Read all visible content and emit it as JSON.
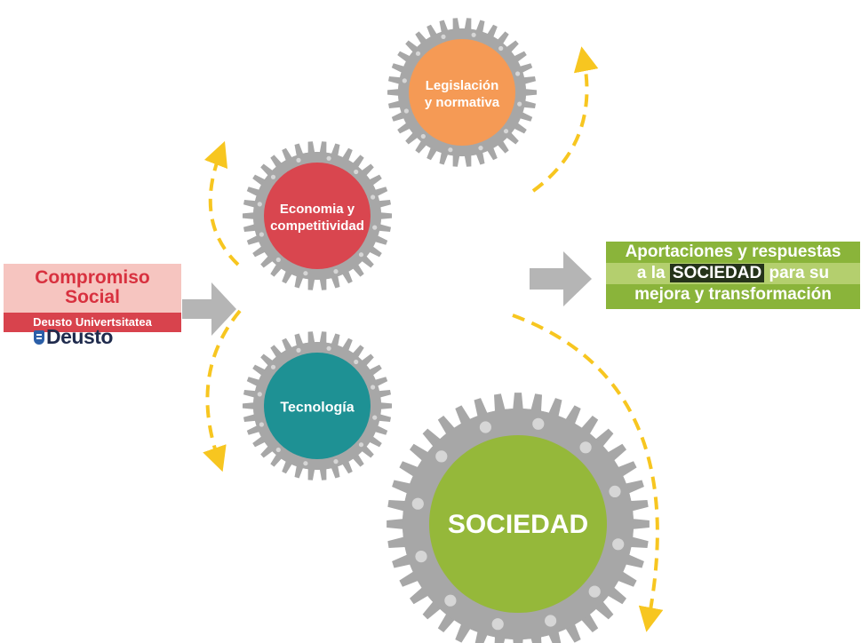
{
  "left": {
    "title_line1": "Compromiso",
    "title_line2": "Social",
    "subtitle": "Deusto Univertsitatea",
    "logo_text": "Deusto",
    "logo_icon": "shield-icon"
  },
  "gears": [
    {
      "id": "legislacion",
      "lines": [
        "Legislación",
        "y normativa"
      ],
      "color": "#f59a55"
    },
    {
      "id": "economia",
      "lines": [
        "Economia y",
        "competitividad"
      ],
      "color": "#d9464f"
    },
    {
      "id": "tecnologia",
      "lines": [
        "Tecnología"
      ],
      "color": "#1e9194"
    },
    {
      "id": "sociedad",
      "lines": [
        "SOCIEDAD"
      ],
      "color": "#95b83a"
    }
  ],
  "output": {
    "line1": "Aportaciones y respuestas",
    "line2_before": "a la",
    "line2_highlight": "SOCIEDAD",
    "line2_after": "para su",
    "line3": "mejora y transformación"
  },
  "colors": {
    "gear_metal": "#a7a7a7",
    "arrow_gray": "#b5b5b5",
    "dash_yellow": "#f7c620",
    "output_green": "#8ab43a"
  }
}
